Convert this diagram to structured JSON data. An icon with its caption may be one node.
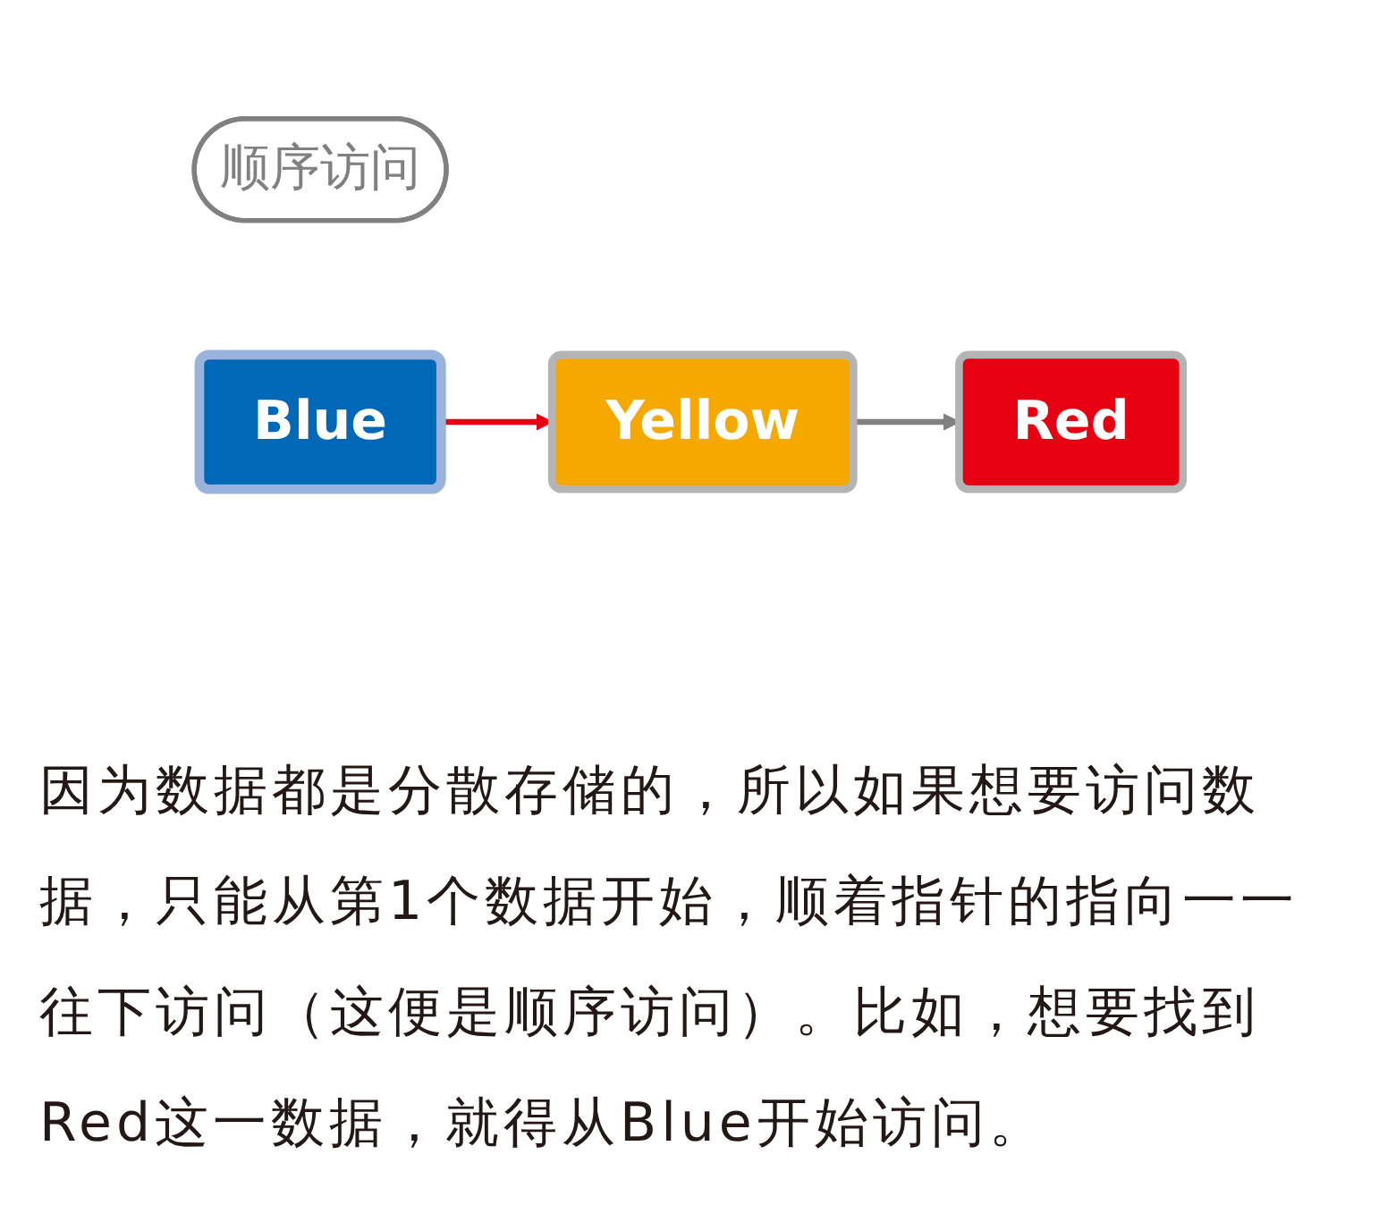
{
  "diagram": {
    "caption": "因为数据都是分散存储的，所以如果想要访问数据，只能从第1个数据开始，顺着指针的指向一一往下访问（这便是顺序访问）。比如，想要找到Red这一数据，就得从Blue开始访问。",
    "nodes": [
      {
        "text": [
          "顺序访问"
        ]
      },
      {
        "text": [
          "Blue"
        ]
      },
      {
        "text": [
          "Yellow"
        ]
      },
      {
        "text": [
          "Red"
        ]
      }
    ],
    "edges": [
      {
        "from": 1,
        "to": 2,
        "arrow": "to",
        "color": "#e60012"
      },
      {
        "from": 2,
        "to": 3,
        "arrow": "to",
        "color": "#808080"
      }
    ]
  }
}
